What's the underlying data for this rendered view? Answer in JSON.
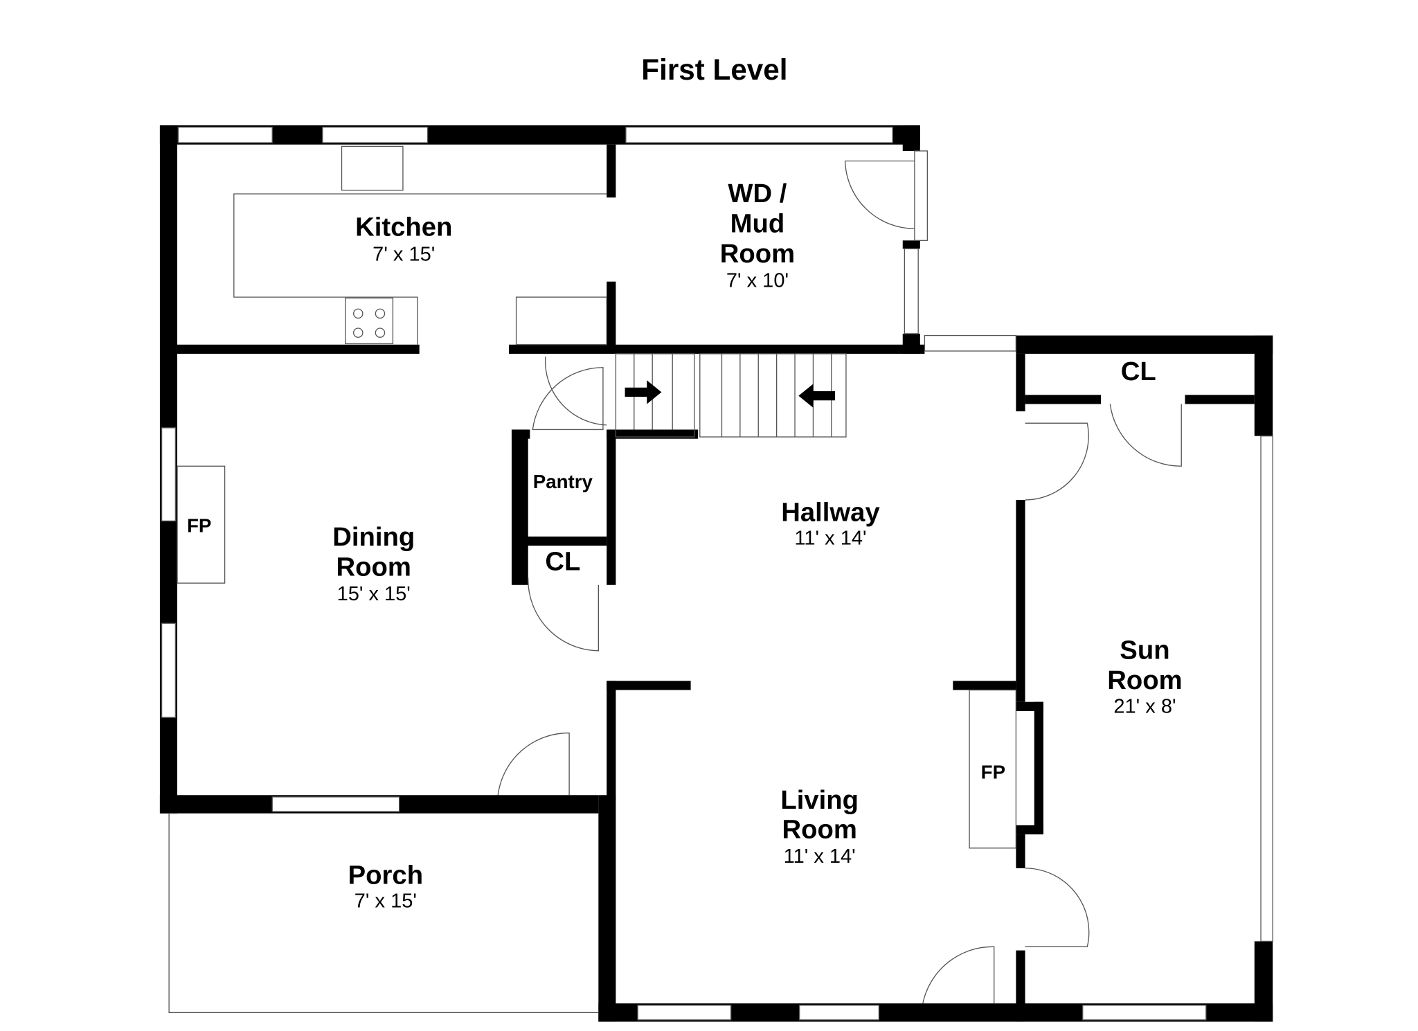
{
  "title": "First Level",
  "rooms": {
    "kitchen": {
      "name": "Kitchen",
      "size": "7' x 15'"
    },
    "mud": {
      "name1": "WD /",
      "name2": "Mud",
      "name3": "Room",
      "size": "7' x 10'"
    },
    "dining": {
      "name1": "Dining",
      "name2": "Room",
      "size": "15' x 15'"
    },
    "pantry": {
      "name": "Pantry"
    },
    "closet_dining": {
      "name": "CL"
    },
    "closet_sun": {
      "name": "CL"
    },
    "hallway": {
      "name": "Hallway",
      "size": "11' x 14'"
    },
    "sun": {
      "name1": "Sun",
      "name2": "Room",
      "size": "21' x 8'"
    },
    "living": {
      "name1": "Living",
      "name2": "Room",
      "size": "11' x 14'"
    },
    "porch": {
      "name": "Porch",
      "size": "7' x 15'"
    },
    "fp_dining": {
      "name": "FP"
    },
    "fp_living": {
      "name": "FP"
    }
  }
}
